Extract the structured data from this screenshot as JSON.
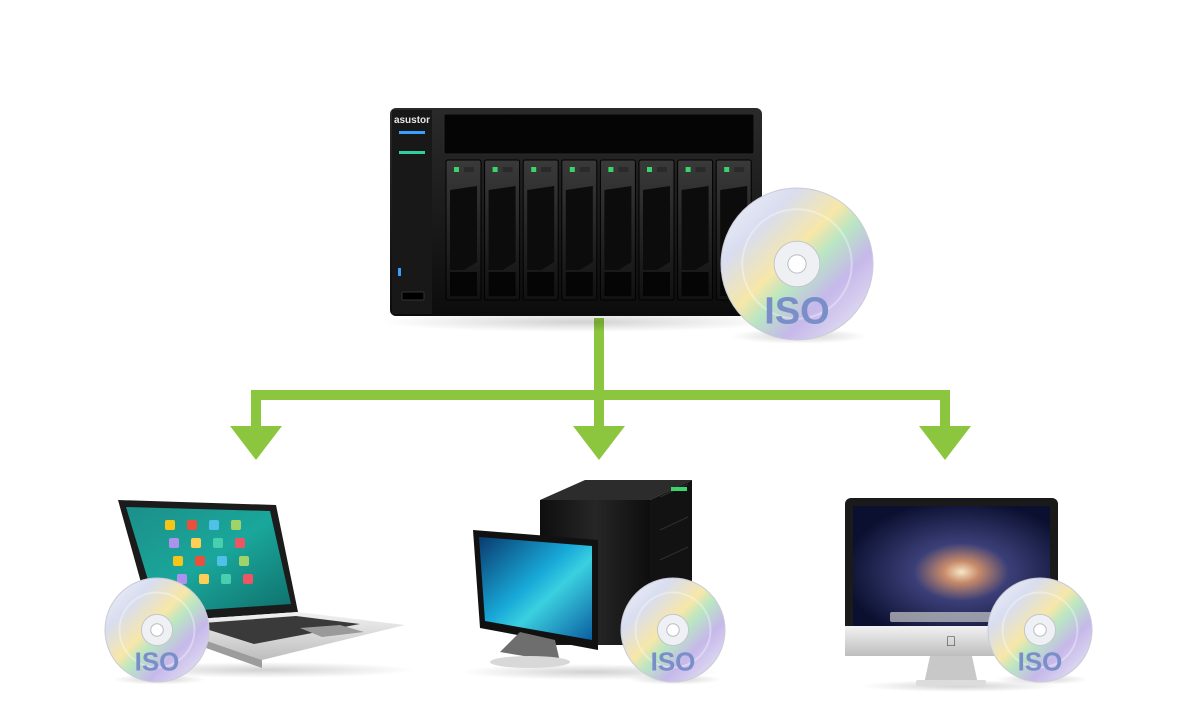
{
  "nas": {
    "brand": "asustor",
    "bay_count": 8
  },
  "disc_label": "ISO",
  "clients": [
    {
      "name": "laptop"
    },
    {
      "name": "desktop-pc"
    },
    {
      "name": "all-in-one-mac"
    }
  ],
  "colors": {
    "connector": "#8cc63f",
    "disc_label": "#7a8ec8",
    "nas_body": "#141414",
    "tower_body": "#1a1a1a"
  }
}
